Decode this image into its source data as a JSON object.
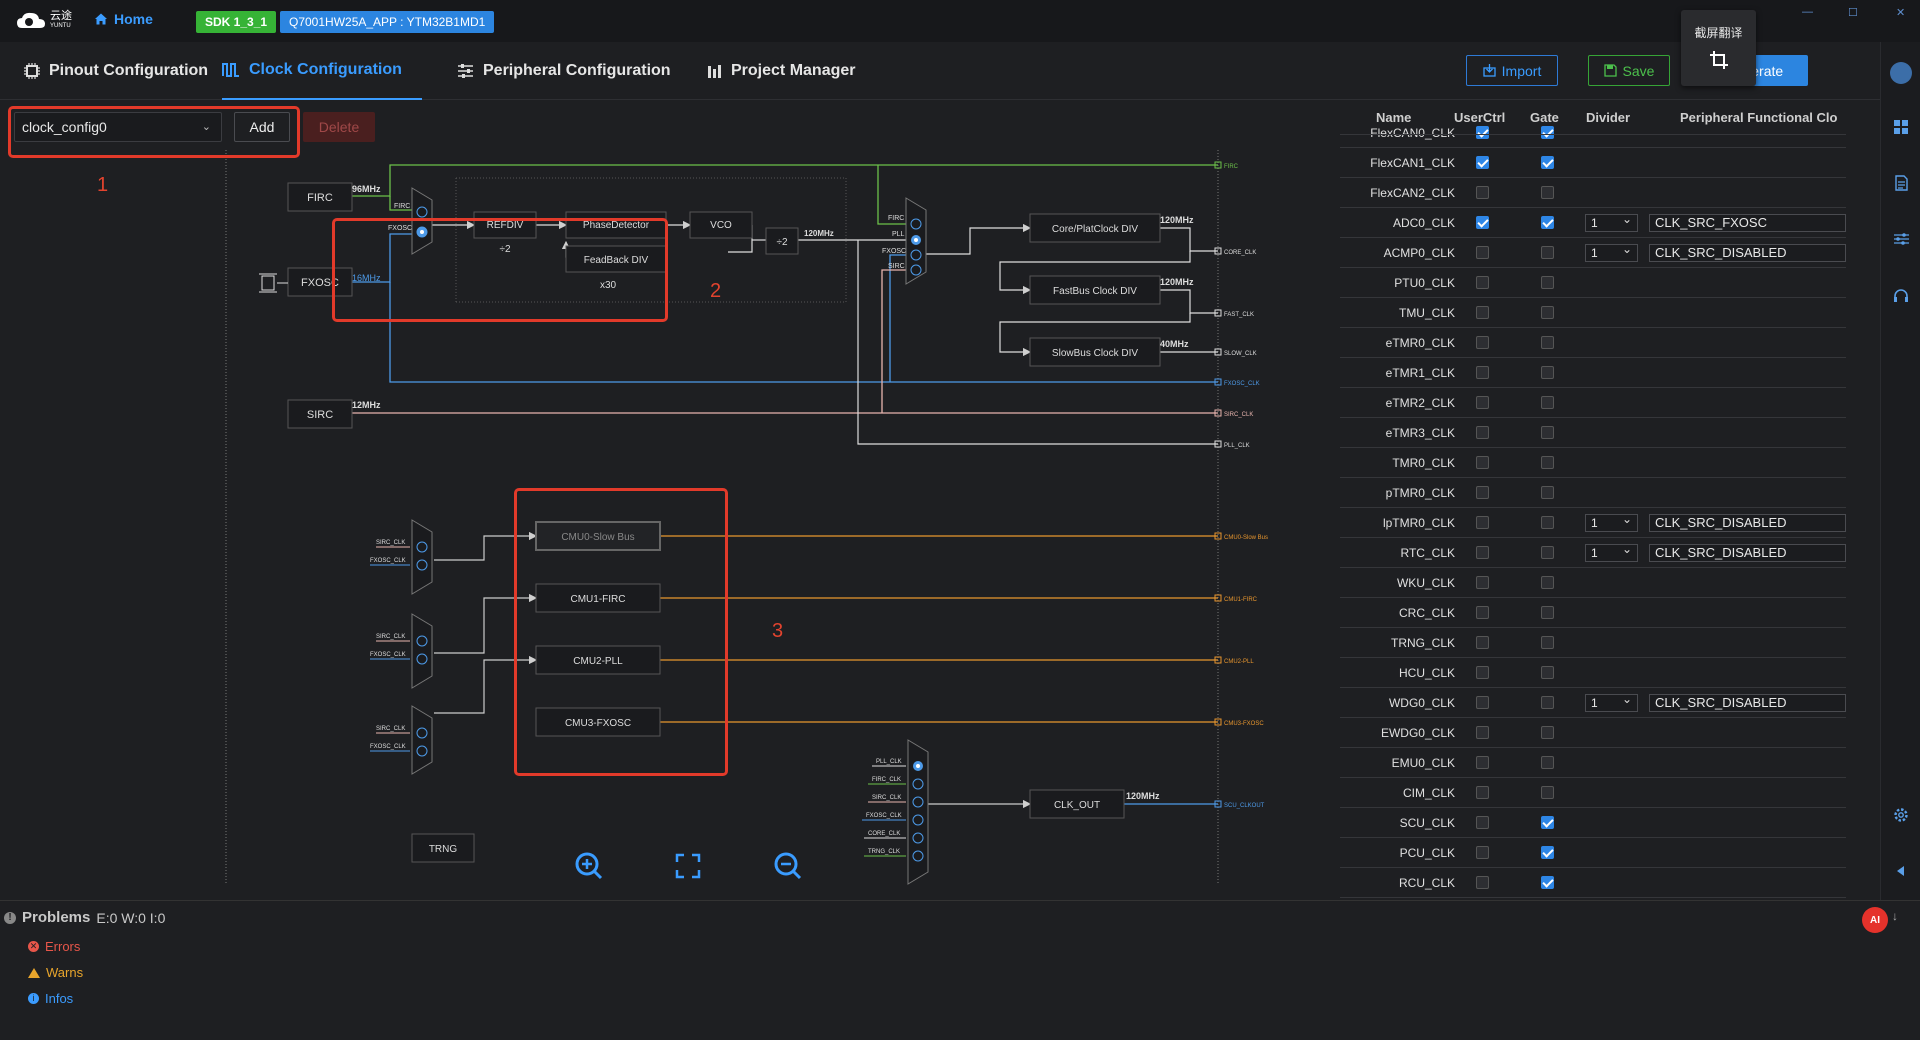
{
  "titlebar": {
    "logo_text": "云途",
    "logo_sub": "YUNTU",
    "home": "Home",
    "sdk": "SDK 1_3_1",
    "project": "Q7001HW25A_APP : YTM32B1MD1",
    "win_min": "—",
    "win_max": "☐",
    "win_close": "✕"
  },
  "toast": {
    "title": "截屏翻译"
  },
  "tabs": [
    {
      "label": "Pinout Configuration"
    },
    {
      "label": "Clock Configuration"
    },
    {
      "label": "Peripheral Configuration"
    },
    {
      "label": "Project Manager"
    }
  ],
  "actions": {
    "import": "Import",
    "save": "Save",
    "generate": "Generate"
  },
  "config": {
    "selected": "clock_config0",
    "add": "Add",
    "delete": "Delete"
  },
  "annotations": [
    "1",
    "2",
    "3"
  ],
  "diagram": {
    "sources": [
      {
        "label": "FIRC",
        "freq": "96MHz"
      },
      {
        "label": "FXOSC",
        "freq": "16MHz"
      },
      {
        "label": "SIRC",
        "freq": "12MHz"
      }
    ],
    "pll": {
      "mux_labels": [
        "FIRC",
        "FXOSC"
      ],
      "refdiv": "REFDIV",
      "refdiv_val": "÷2",
      "phase": "PhaseDetector",
      "vco": "VCO",
      "fb": "FeadBack DIV",
      "fb_val": "x30",
      "div2": "÷2",
      "out_freq": "120MHz"
    },
    "sysmux_labels": [
      "FIRC",
      "PLL",
      "FXOSC",
      "SIRC"
    ],
    "divs": [
      {
        "label": "Core/PlatClock DIV",
        "freq": "120MHz",
        "out": "CORE_CLK"
      },
      {
        "label": "FastBus Clock DIV",
        "freq": "120MHz",
        "out": "FAST_CLK"
      },
      {
        "label": "SlowBus Clock DIV",
        "freq": "40MHz",
        "out": "SLOW_CLK"
      }
    ],
    "outs": {
      "fxosc": "FXOSC_CLK",
      "sirc": "SIRC_CLK",
      "pll": "PLL_CLK",
      "firc": "FIRC"
    },
    "cmu": [
      {
        "label": "CMU0-Slow Bus",
        "out": "CMU0-Slow Bus"
      },
      {
        "label": "CMU1-FIRC",
        "out": "CMU1-FIRC"
      },
      {
        "label": "CMU2-PLL",
        "out": "CMU2-PLL"
      },
      {
        "label": "CMU3-FXOSC",
        "out": "CMU3-FXOSC"
      }
    ],
    "cmu_in": [
      "SIRC_CLK",
      "FXOSC_CLK"
    ],
    "clkout_in": [
      "PLL_CLK",
      "FIRC_CLK",
      "SIRC_CLK",
      "FXOSC_CLK",
      "CORE_CLK",
      "TRNG_CLK"
    ],
    "clkout": {
      "label": "CLK_OUT",
      "freq": "120MHz",
      "out": "SCU_CLKOUT"
    },
    "trng": "TRNG"
  },
  "table": {
    "headers": [
      "Name",
      "UserCtrl",
      "Gate",
      "Divider",
      "Peripheral Functional Clo"
    ],
    "rows": [
      {
        "name": "FlexCAN0_CLK",
        "user": true,
        "gate": true
      },
      {
        "name": "FlexCAN1_CLK",
        "user": true,
        "gate": true
      },
      {
        "name": "FlexCAN2_CLK",
        "user": false,
        "gate": false
      },
      {
        "name": "ADC0_CLK",
        "user": true,
        "gate": true,
        "div": "1",
        "src": "CLK_SRC_FXOSC"
      },
      {
        "name": "ACMP0_CLK",
        "user": false,
        "gate": false,
        "div": "1",
        "src": "CLK_SRC_DISABLED"
      },
      {
        "name": "PTU0_CLK",
        "user": false,
        "gate": false
      },
      {
        "name": "TMU_CLK",
        "user": false,
        "gate": false
      },
      {
        "name": "eTMR0_CLK",
        "user": false,
        "gate": false
      },
      {
        "name": "eTMR1_CLK",
        "user": false,
        "gate": false
      },
      {
        "name": "eTMR2_CLK",
        "user": false,
        "gate": false
      },
      {
        "name": "eTMR3_CLK",
        "user": false,
        "gate": false
      },
      {
        "name": "TMR0_CLK",
        "user": false,
        "gate": false
      },
      {
        "name": "pTMR0_CLK",
        "user": false,
        "gate": false
      },
      {
        "name": "lpTMR0_CLK",
        "user": false,
        "gate": false,
        "div": "1",
        "src": "CLK_SRC_DISABLED"
      },
      {
        "name": "RTC_CLK",
        "user": false,
        "gate": false,
        "div": "1",
        "src": "CLK_SRC_DISABLED"
      },
      {
        "name": "WKU_CLK",
        "user": false,
        "gate": false
      },
      {
        "name": "CRC_CLK",
        "user": false,
        "gate": false
      },
      {
        "name": "TRNG_CLK",
        "user": false,
        "gate": false
      },
      {
        "name": "HCU_CLK",
        "user": false,
        "gate": false
      },
      {
        "name": "WDG0_CLK",
        "user": false,
        "gate": false,
        "div": "1",
        "src": "CLK_SRC_DISABLED"
      },
      {
        "name": "EWDG0_CLK",
        "user": false,
        "gate": false
      },
      {
        "name": "EMU0_CLK",
        "user": false,
        "gate": false
      },
      {
        "name": "CIM_CLK",
        "user": false,
        "gate": false
      },
      {
        "name": "SCU_CLK",
        "user": false,
        "gate": true
      },
      {
        "name": "PCU_CLK",
        "user": false,
        "gate": true
      },
      {
        "name": "RCU_CLK",
        "user": false,
        "gate": true
      }
    ]
  },
  "problems": {
    "title": "Problems",
    "counts": "E:0 W:0 I:0",
    "items": [
      {
        "label": "Errors",
        "color": "#e8564a"
      },
      {
        "label": "Warns",
        "color": "#e8a52c"
      },
      {
        "label": "Infos",
        "color": "#3b9cff"
      }
    ]
  },
  "ai_badge": "AI",
  "colors": {
    "firc": "#6cc04a",
    "fxosc": "#4d9ae8",
    "sirc": "#e8b4ae",
    "pll": "#ffffff",
    "cmu": "#e8962e",
    "accent": "#3a9cff"
  }
}
